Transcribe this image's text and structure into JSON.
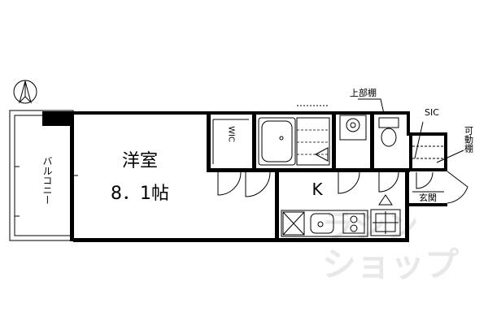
{
  "rooms": {
    "western_room": "洋室",
    "western_room_size": "8．1帖",
    "kitchen": "K",
    "entrance": "玄関",
    "balcony": "バルコニー",
    "walk_in_closet": "WIC",
    "shoe_closet": "SIC",
    "upper_shelf": "上部棚",
    "movable_shelf": "可動棚"
  },
  "watermark": {
    "line1": "ラシン",
    "line2": "ショップ"
  },
  "icons": {
    "north_arrow": "north-arrow-icon"
  }
}
